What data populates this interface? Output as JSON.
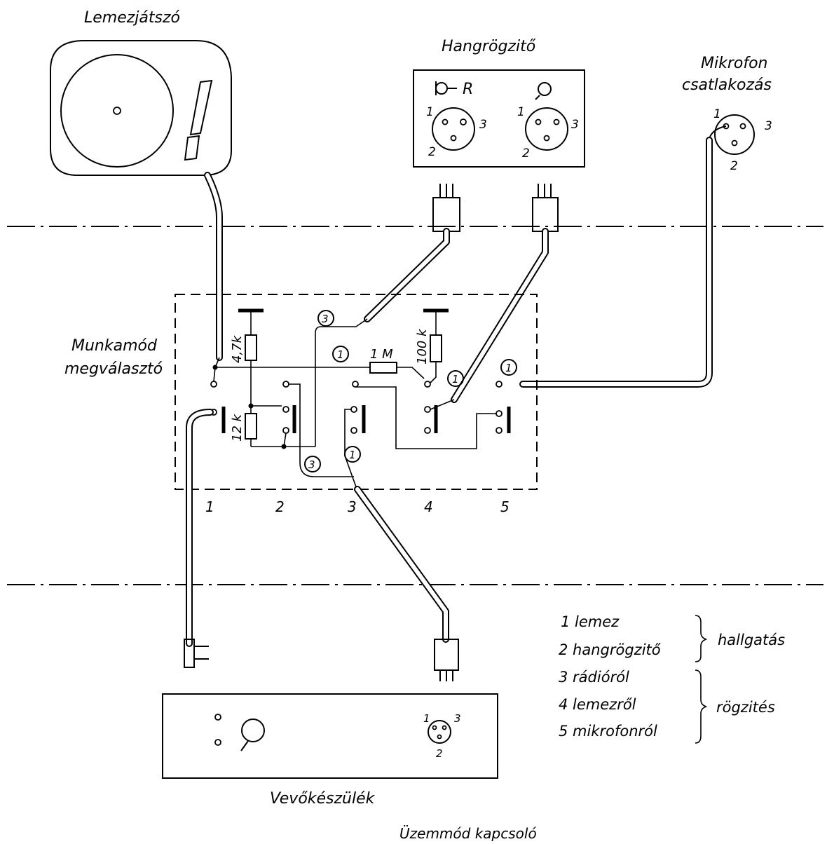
{
  "labels": {
    "turntable": "Lemezjátszó",
    "recorder": "Hangrögzitő",
    "mic_1": "Mikrofon",
    "mic_2": "csatlakozás",
    "selector_1": "Munkamód",
    "selector_2": "megválasztó",
    "receiver": "Vevőkészülék",
    "mode_switch": "Üzemmód kapcsoló",
    "recorder_r": "R"
  },
  "components": {
    "r1": "4,7k",
    "r2": "12 k",
    "r3": "1 M",
    "r4": "100 k"
  },
  "pins": {
    "p1": "1",
    "p2": "2",
    "p3": "3"
  },
  "circled": {
    "c1": "1",
    "c3": "3"
  },
  "switch_numbers": [
    "1",
    "2",
    "3",
    "4",
    "5"
  ],
  "legend": {
    "items": [
      "1  lemez",
      "2  hangrögzitő",
      "3  rádióról",
      "4  lemezről",
      "5  mikrofonról"
    ],
    "group_listen": "hallgatás",
    "group_record": "rögzités"
  }
}
